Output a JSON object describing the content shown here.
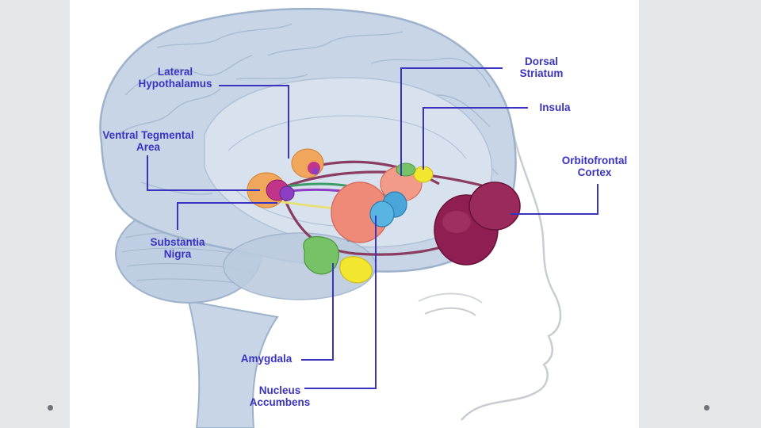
{
  "slide": {
    "background_color": "#e4e6e8",
    "nav_dots": [
      "prev-dot",
      "next-dot"
    ]
  },
  "figure": {
    "labels": {
      "lateral_hypothalamus": "Lateral\nHypothalamus",
      "ventral_tegmental_area": "Ventral Tegmental\nArea",
      "substantia_nigra": "Substantia\nNigra",
      "amygdala": "Amygdala",
      "nucleus_accumbens": "Nucleus\nAccumbens",
      "dorsal_striatum": "Dorsal\nStriatum",
      "insula": "Insula",
      "orbitofrontal_cortex": "Orbitofrontal\nCortex"
    },
    "colors": {
      "label_text": "#3a33c0",
      "leader_line": "#3a33c0",
      "brain": "#c7d5e6",
      "brain_outline": "#9fb2cb",
      "head_outline": "#c9ccd0",
      "orbitofrontal": "#8f1f52",
      "striatum": "#ef8a78",
      "nucleus_accumbens": "#4aa5d8",
      "amygdala": "#77c266",
      "insula": "#f3e62f",
      "hypothalamus": "#f0a75c",
      "vta": "#c2338a",
      "substantia_nigra": "#8d3fc4",
      "pathway": "#8a3c63"
    }
  }
}
